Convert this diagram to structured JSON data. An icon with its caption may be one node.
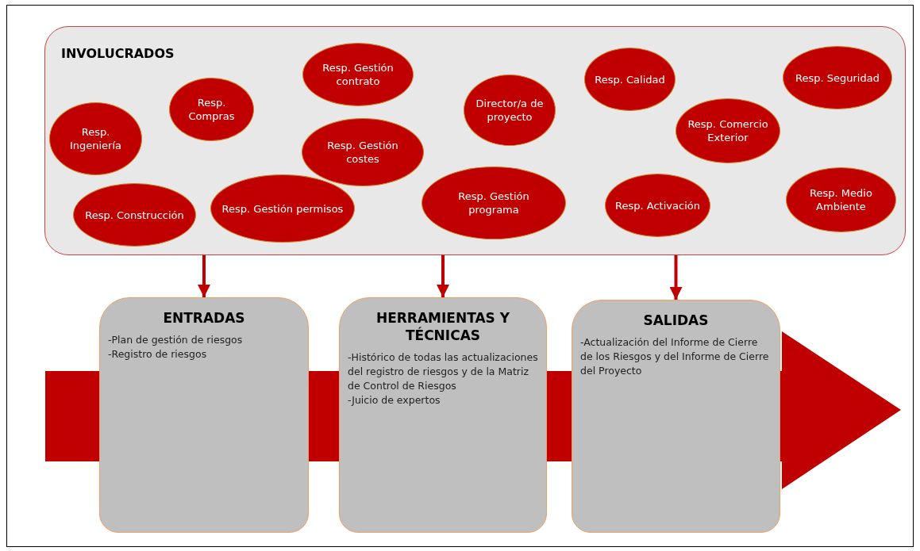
{
  "diagram": {
    "nodes": [
      {
        "text": [
          "INVOLUCRADOS"
        ]
      },
      {
        "text": [
          "Resp. Gestión contrato"
        ],
        "in": 0
      },
      {
        "text": [
          "Resp. Calidad"
        ],
        "in": 0
      },
      {
        "text": [
          "Resp. Seguridad"
        ],
        "in": 0
      },
      {
        "text": [
          "Resp. Compras"
        ],
        "in": 0
      },
      {
        "text": [
          "Director/a de proyecto"
        ],
        "in": 0
      },
      {
        "text": [
          "Resp. Comercio Exterior"
        ],
        "in": 0
      },
      {
        "text": [
          "Resp. Ingeniería"
        ],
        "in": 0
      },
      {
        "text": [
          "Resp. Gestión costes"
        ],
        "in": 0
      },
      {
        "text": [
          "Resp. Gestión programa"
        ],
        "in": 0
      },
      {
        "text": [
          "Resp. Construcción"
        ],
        "in": 0
      },
      {
        "text": [
          "Resp. Gestión permisos"
        ],
        "in": 0
      },
      {
        "text": [
          "Resp. Activación"
        ],
        "in": 0
      },
      {
        "text": [
          "Resp. Medio Ambiente"
        ],
        "in": 0
      },
      {
        "text": [
          "ENTRADAS",
          "-Plan de gestión de riesgos",
          "-Registro de riesgos"
        ]
      },
      {
        "text": [
          "HERRAMIENTAS Y TÉCNICAS",
          "-Histórico de todas las actualizaciones del registro de riesgos y de la Matriz de Control de Riesgos",
          "-Juicio de expertos"
        ]
      },
      {
        "text": [
          "SALIDAS",
          "-Actualización del Informe de Cierre de los Riesgos y del Informe de Cierre del Proyecto"
        ]
      }
    ],
    "edges": [
      {
        "from": 0,
        "to": 14,
        "arrow": "to"
      },
      {
        "from": 0,
        "to": 15,
        "arrow": "to"
      },
      {
        "from": 0,
        "to": 16,
        "arrow": "to"
      }
    ]
  }
}
